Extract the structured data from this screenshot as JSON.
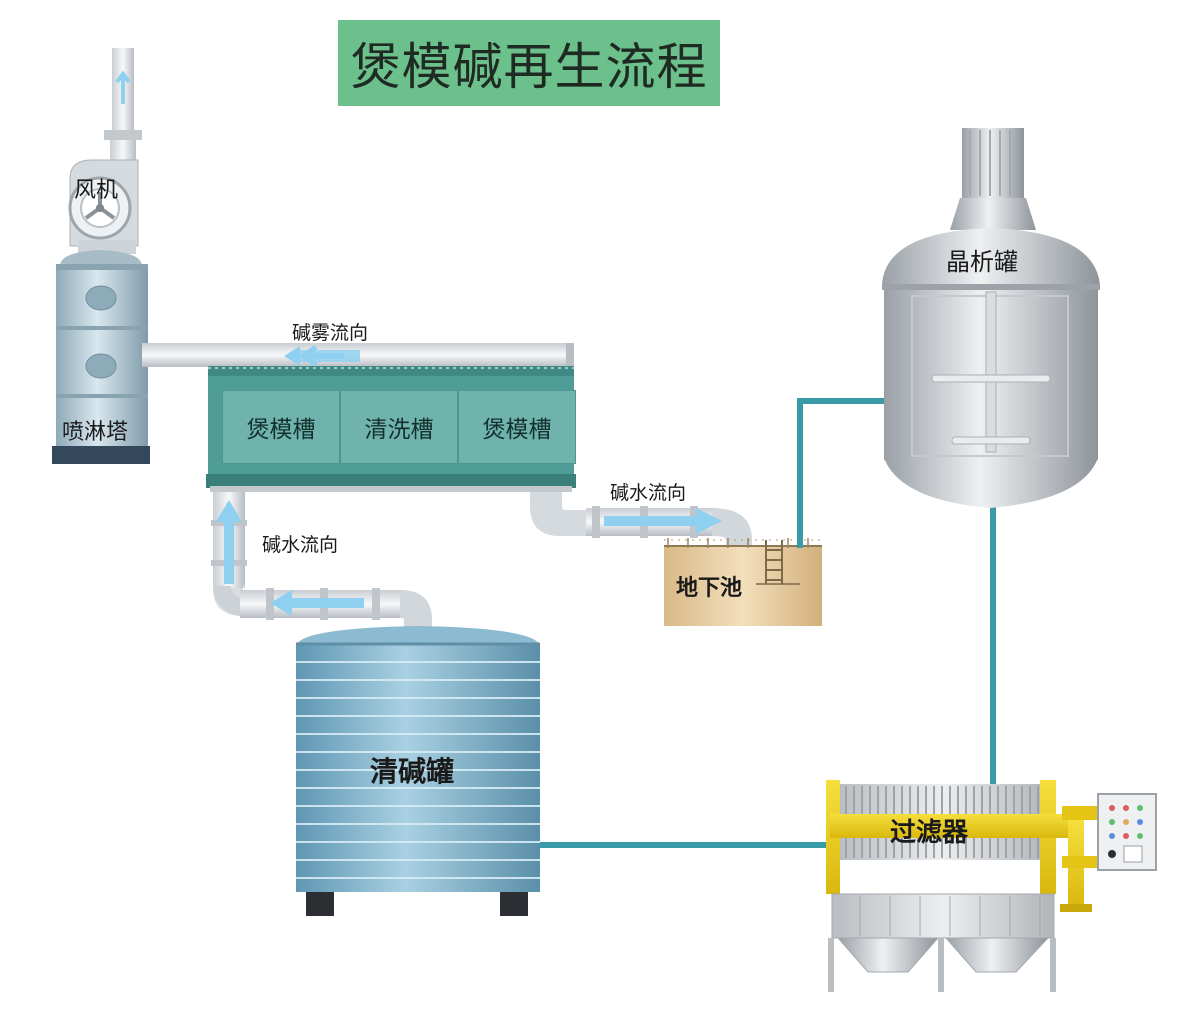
{
  "title": "煲模碱再生流程",
  "equipment": {
    "fan": "风机",
    "spray_tower": "喷淋塔",
    "tank_soak_left": "煲模槽",
    "tank_wash": "清洗槽",
    "tank_soak_right": "煲模槽",
    "crystallizer": "晶析罐",
    "underground_pool": "地下池",
    "clear_alkali_tank": "清碱罐",
    "filter": "过滤器"
  },
  "flows": {
    "alkali_mist": "碱雾流向",
    "alkali_water_right": "碱水流向",
    "alkali_water_left": "碱水流向"
  },
  "colors": {
    "title_bg": "#6cc08b",
    "trough": "#4e9d97",
    "pipe_teal": "#3a9aa6",
    "flow_arrow": "#8fd0f0",
    "tank_blue": "#7fb3c9",
    "filter_yellow": "#f2d21a",
    "pool_sand": "#e9cfa3"
  }
}
